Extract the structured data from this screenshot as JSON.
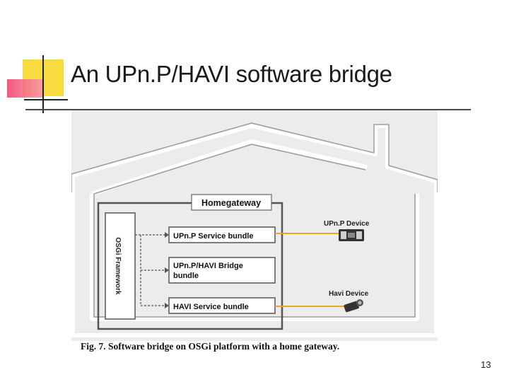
{
  "slide": {
    "title": "An UPn.P/HAVI software bridge",
    "page_number": "13"
  },
  "figure": {
    "gateway_label": "Homegateway",
    "framework_label": "OSGi Framework",
    "bundles": [
      {
        "line1": "UPn.P Service bundle",
        "line2": ""
      },
      {
        "line1": "UPn.P/HAVI Bridge",
        "line2": "bundle"
      },
      {
        "line1": "HAVI Service bundle",
        "line2": ""
      }
    ],
    "devices": {
      "upnp_label": "UPn.P Device",
      "havi_label": "Havi Device"
    },
    "connector_color": "#e8a52a",
    "caption": "Fig. 7. Software bridge on OSGi platform with a home gateway."
  },
  "decoration": {
    "accent_yellow": "#f7d51d",
    "accent_red": "#f0486a",
    "accent_line": "#222222"
  }
}
